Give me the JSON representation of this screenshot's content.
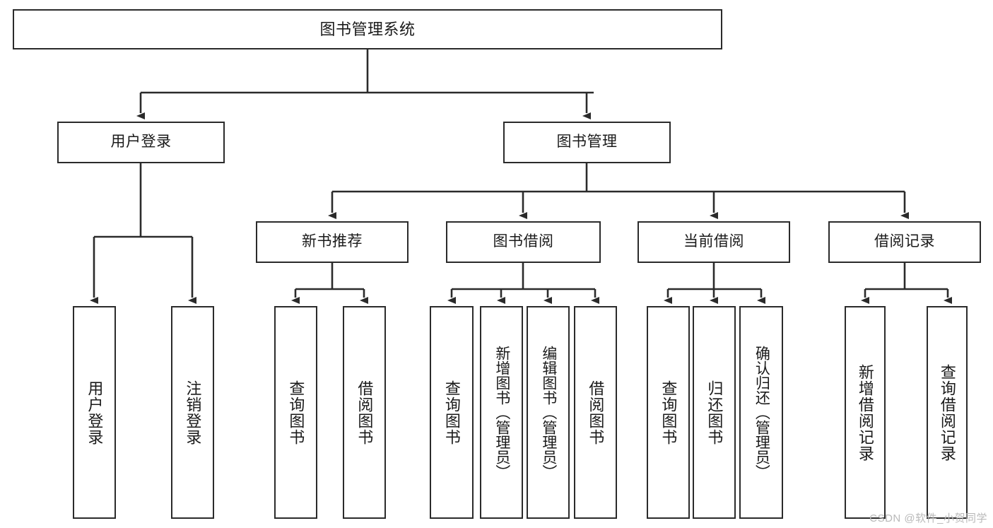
{
  "diagram": {
    "title": "图书管理系统",
    "type": "hierarchy-tree",
    "watermark": "CSDN @软件_小贺同学",
    "colors": {
      "stroke": "#2b2b2b",
      "fill": "#ffffff",
      "text": "#1a1a1a",
      "watermark": "#b9b9b9"
    },
    "nodes": {
      "root": {
        "label": "图书管理系统"
      },
      "level1": [
        {
          "id": "user-login",
          "label": "用户登录"
        },
        {
          "id": "book-management",
          "label": "图书管理"
        }
      ],
      "level2": [
        {
          "id": "new-book-recommend",
          "label": "新书推荐"
        },
        {
          "id": "book-borrow",
          "label": "图书借阅"
        },
        {
          "id": "current-borrow",
          "label": "当前借阅"
        },
        {
          "id": "borrow-record",
          "label": "借阅记录"
        }
      ],
      "leaves": {
        "user_login": [
          {
            "id": "leaf-user-login",
            "label": "用户登录"
          },
          {
            "id": "leaf-logout-login",
            "label": "注销登录"
          }
        ],
        "new_book_recommend": [
          {
            "id": "leaf-query-book-1",
            "label": "查询图书"
          },
          {
            "id": "leaf-borrow-book-1",
            "label": "借阅图书"
          }
        ],
        "book_borrow": [
          {
            "id": "leaf-query-book-2",
            "label": "查询图书"
          },
          {
            "id": "leaf-add-book",
            "label": "新增图书（管理员）"
          },
          {
            "id": "leaf-edit-book",
            "label": "编辑图书（管理员）"
          },
          {
            "id": "leaf-borrow-book-2",
            "label": "借阅图书"
          }
        ],
        "current_borrow": [
          {
            "id": "leaf-query-book-3",
            "label": "查询图书"
          },
          {
            "id": "leaf-return-book",
            "label": "归还图书"
          },
          {
            "id": "leaf-confirm-return",
            "label": "确认归还（管理员）"
          }
        ],
        "borrow_record": [
          {
            "id": "leaf-add-record",
            "label": "新增借阅记录"
          },
          {
            "id": "leaf-query-record",
            "label": "查询借阅记录"
          }
        ]
      }
    }
  }
}
